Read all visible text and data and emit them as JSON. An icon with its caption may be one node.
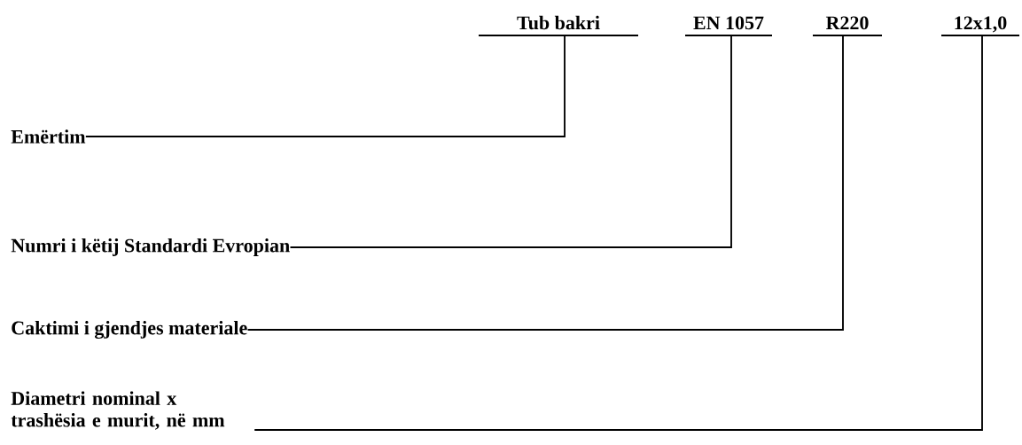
{
  "diagram": {
    "nodes": [
      {
        "text": [
          "Tub bakri"
        ]
      },
      {
        "text": [
          "EN 1057"
        ]
      },
      {
        "text": [
          "R220"
        ]
      },
      {
        "text": [
          "12x1,0"
        ]
      },
      {
        "text": [
          "Emërtim"
        ]
      },
      {
        "text": [
          "Numri i këtij Standardi Evropian"
        ]
      },
      {
        "text": [
          "Caktimi i gjendjes materiale"
        ]
      },
      {
        "text": [
          "Diametri nominal x trashësia e murit, në mm"
        ]
      }
    ],
    "edges": [
      {
        "from": 4,
        "to": 0,
        "arrow": "none"
      },
      {
        "from": 5,
        "to": 1,
        "arrow": "none"
      },
      {
        "from": 6,
        "to": 2,
        "arrow": "none"
      },
      {
        "from": 7,
        "to": 3,
        "arrow": "none"
      }
    ]
  }
}
